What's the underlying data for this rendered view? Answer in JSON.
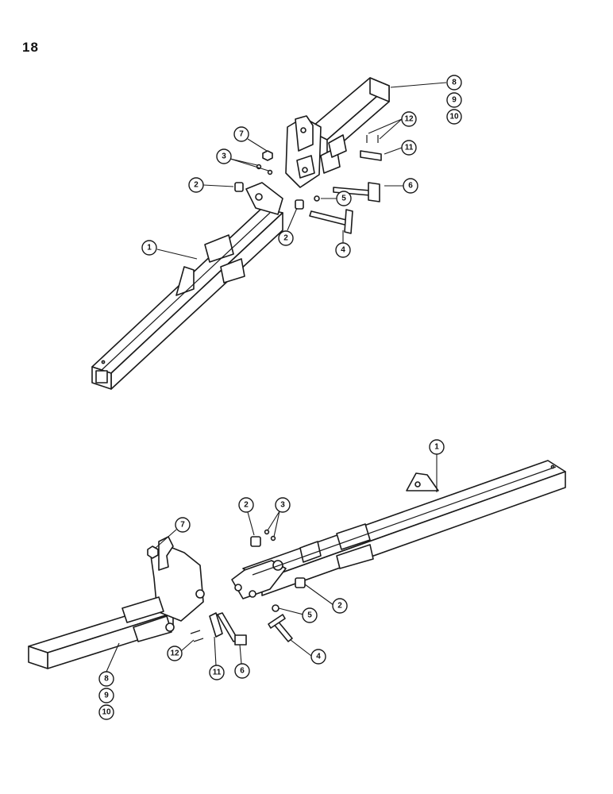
{
  "page_number": "18",
  "callout_numbers": [
    "1",
    "2",
    "3",
    "4",
    "5",
    "6",
    "7",
    "8",
    "9",
    "10",
    "11",
    "12"
  ],
  "views": [
    {
      "name": "upper-assembly",
      "callouts": [
        {
          "label": "8"
        },
        {
          "label": "9"
        },
        {
          "label": "10"
        },
        {
          "label": "12"
        },
        {
          "label": "11"
        },
        {
          "label": "7"
        },
        {
          "label": "3"
        },
        {
          "label": "6"
        },
        {
          "label": "2"
        },
        {
          "label": "5"
        },
        {
          "label": "2"
        },
        {
          "label": "1"
        },
        {
          "label": "4"
        }
      ]
    },
    {
      "name": "lower-assembly",
      "callouts": [
        {
          "label": "1"
        },
        {
          "label": "2"
        },
        {
          "label": "3"
        },
        {
          "label": "7"
        },
        {
          "label": "2"
        },
        {
          "label": "5"
        },
        {
          "label": "4"
        },
        {
          "label": "12"
        },
        {
          "label": "11"
        },
        {
          "label": "6"
        },
        {
          "label": "8"
        },
        {
          "label": "9"
        },
        {
          "label": "10"
        }
      ]
    }
  ]
}
